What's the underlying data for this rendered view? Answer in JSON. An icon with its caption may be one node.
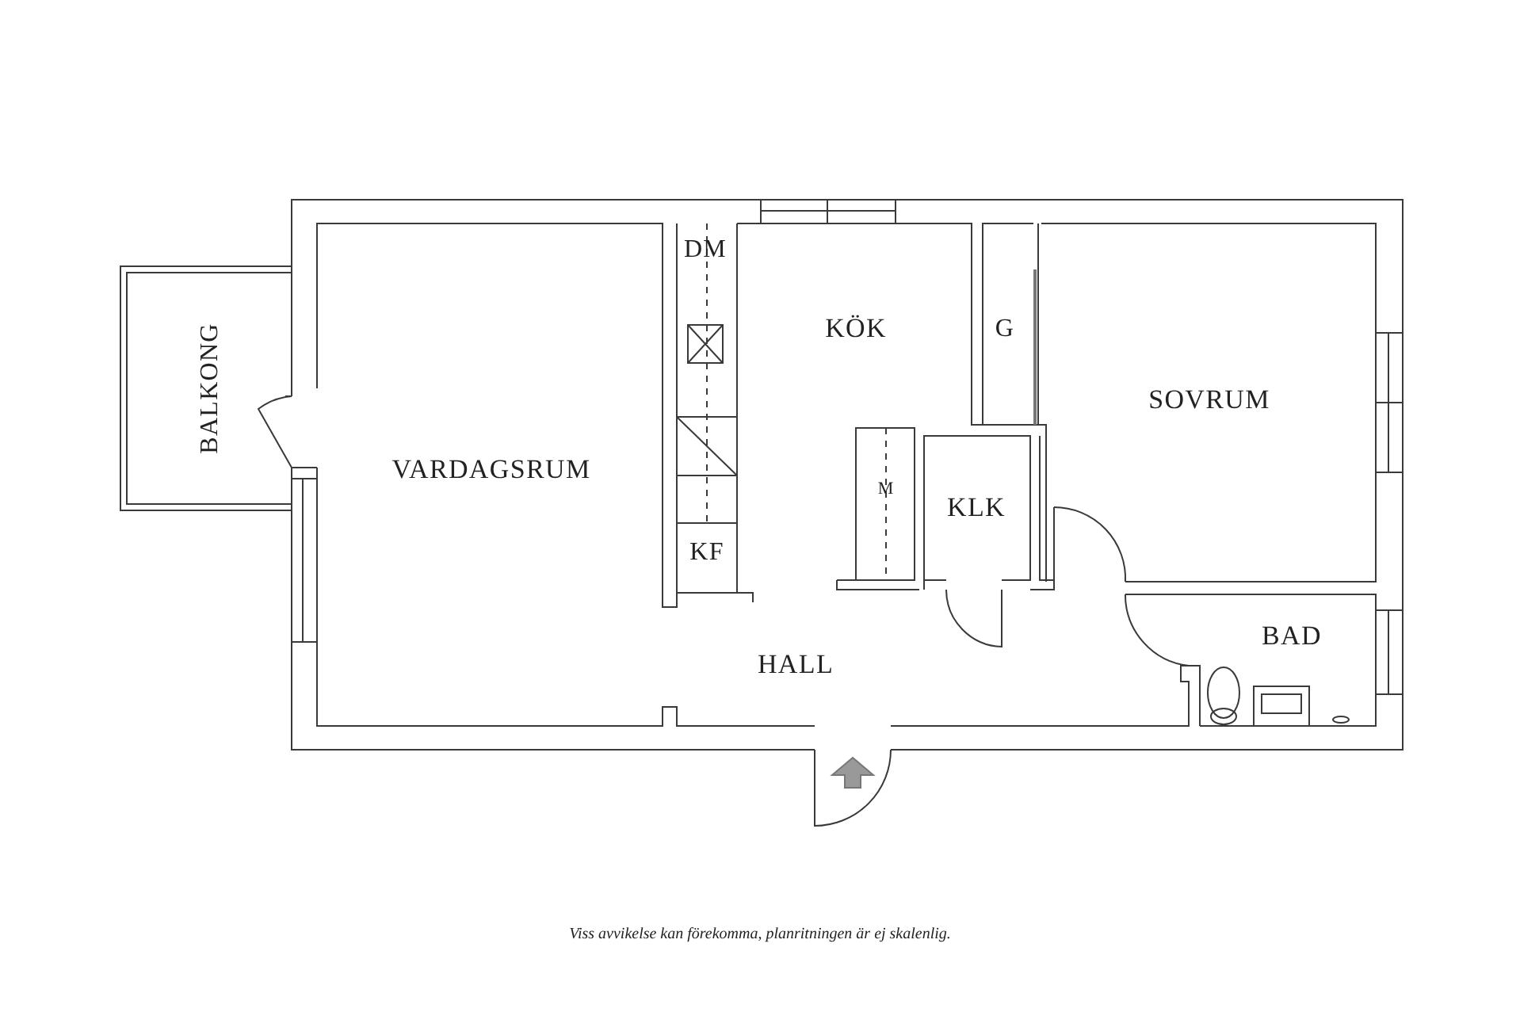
{
  "diagram": {
    "labels": [
      "DM",
      "KÖK",
      "G",
      "SOVRUM",
      "BALKONG",
      "VARDAGSRUM",
      "M",
      "KLK",
      "KF",
      "BAD",
      "HALL"
    ],
    "caption": "Viss avvikelse kan förekomma, planritningen är ej skalenlig."
  }
}
